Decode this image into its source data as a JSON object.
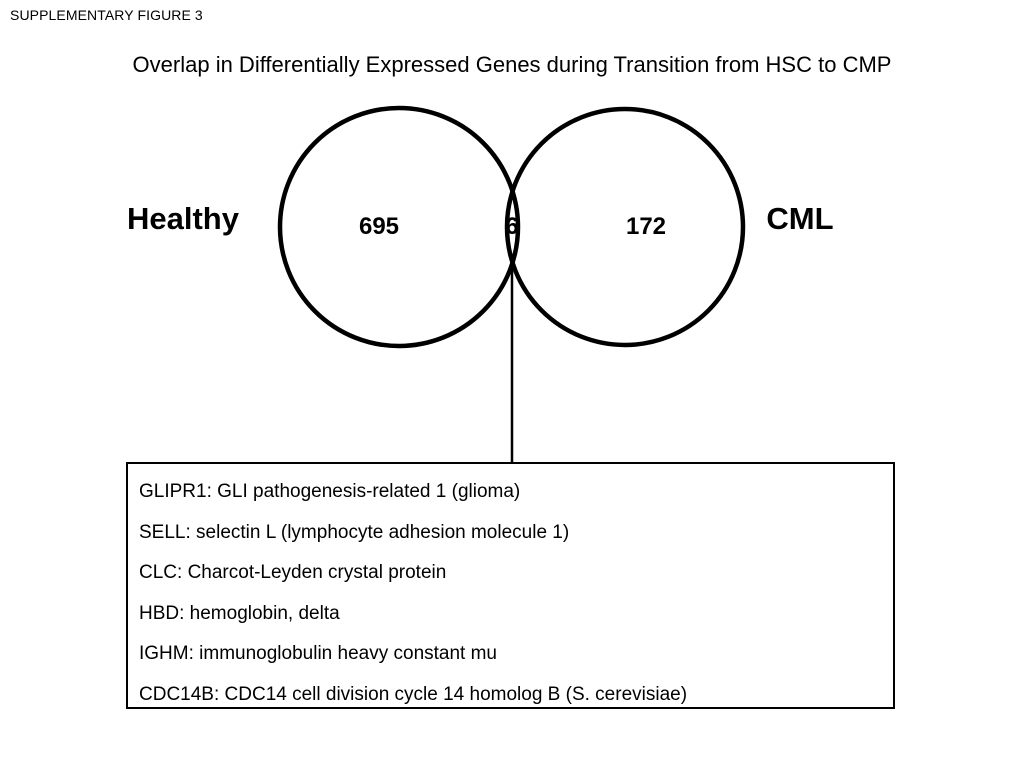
{
  "supplementary_label": "SUPPLEMENTARY FIGURE 3",
  "title": "Overlap in Differentially Expressed Genes during Transition from HSC to CMP",
  "venn": {
    "left_set_label": "Healthy",
    "right_set_label": "CML",
    "left_only_count": "695",
    "overlap_count": "6",
    "right_only_count": "172"
  },
  "overlap_genes": [
    "GLIPR1: GLI pathogenesis-related 1 (glioma)",
    "SELL: selectin L (lymphocyte adhesion molecule 1)",
    "CLC: Charcot-Leyden crystal protein",
    "HBD: hemoglobin, delta",
    "IGHM: immunoglobulin heavy constant mu",
    "CDC14B: CDC14 cell division cycle 14 homolog B (S. cerevisiae)"
  ]
}
